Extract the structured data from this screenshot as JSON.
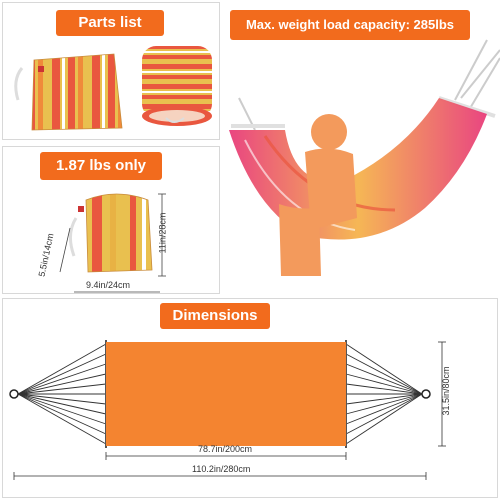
{
  "parts_list": {
    "label": "Parts list"
  },
  "weight_badge": {
    "label": "1.87 lbs only"
  },
  "capacity_badge": {
    "label": "Max. weight load capacity: 285lbs"
  },
  "bag_dimensions": {
    "height": "11in/28cm",
    "width": "9.4in/24cm",
    "depth": "5.5in/14cm"
  },
  "dimensions": {
    "title": "Dimensions",
    "bed_length": "78.7in/200cm",
    "bed_width": "31.5in/80cm",
    "total_length": "110.2in/280cm"
  },
  "colors": {
    "accent": "#f26b1d",
    "hammock_bed": "#f47a1f",
    "stripe_red": "#e9573f",
    "stripe_yellow": "#e9c04f",
    "stripe_pink": "#e83c7a"
  },
  "icons": [
    "drawstring-bag",
    "rolled-hammock",
    "hammock-person",
    "hammock-diagram"
  ]
}
